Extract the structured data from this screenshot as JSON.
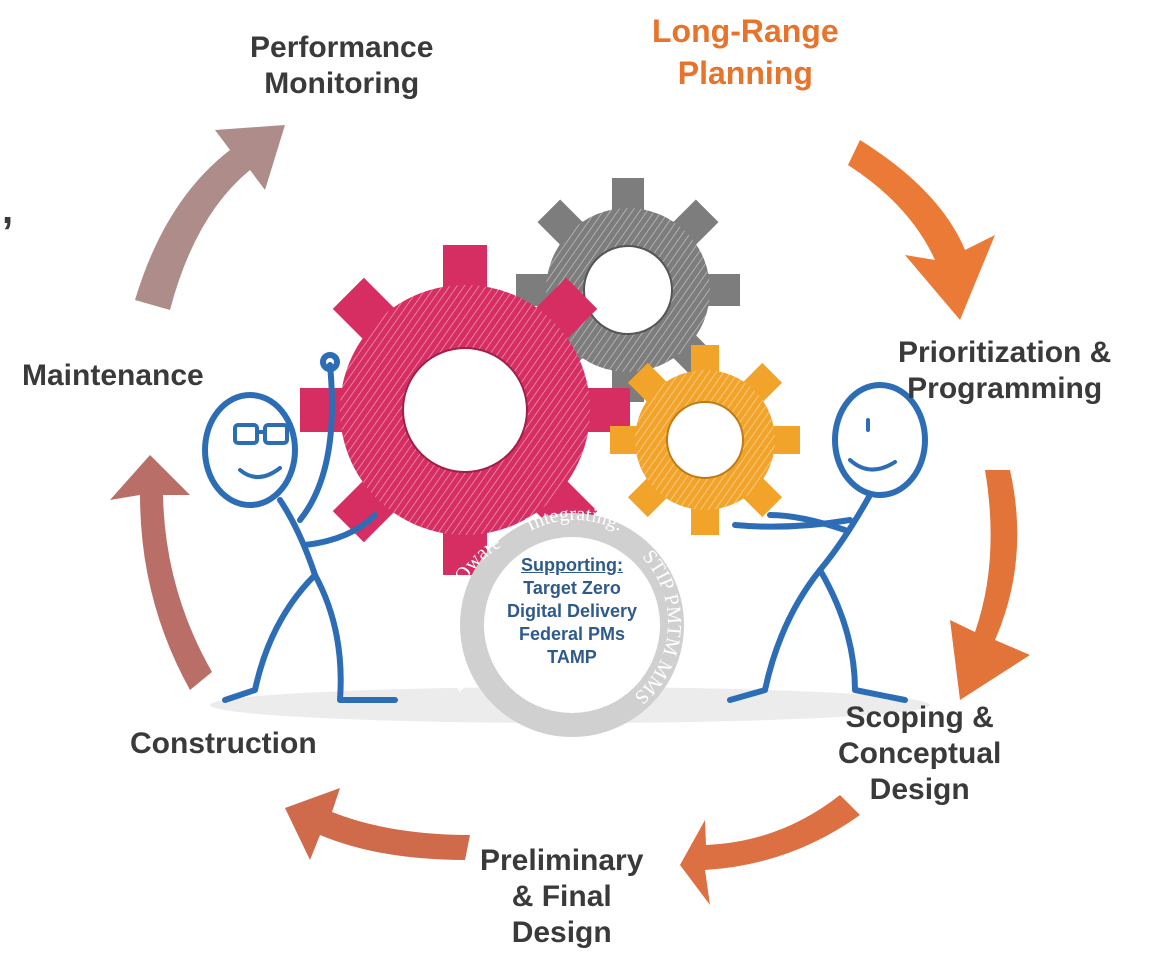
{
  "stages": {
    "performance_monitoring": [
      "Performance",
      "Monitoring"
    ],
    "long_range_planning": [
      "Long-Range",
      "Planning"
    ],
    "prioritization_programming": [
      "Prioritization &",
      "Programming"
    ],
    "scoping_conceptual": [
      "Scoping &",
      "Conceptual",
      "Design"
    ],
    "preliminary_final": [
      "Preliminary",
      "& Final",
      "Design"
    ],
    "construction": [
      "Construction"
    ],
    "maintenance": [
      "Maintenance"
    ]
  },
  "hub": {
    "ring_text": "Integrating:",
    "ring_right": "STIP PMTM MMS",
    "ring_left": "BrM AASHTOware",
    "supporting_header": "Supporting:",
    "supporting_items": [
      "Target Zero",
      "Digital Delivery",
      "Federal PMs",
      "TAMP"
    ]
  },
  "stray_mark": ",",
  "colors": {
    "highlight": "#e8732b",
    "label": "#3a3a3a",
    "hub_text": "#2f5a8c",
    "gear_red": "#d62e63",
    "gear_gray": "#7d7d7d",
    "gear_orange": "#f2a42a",
    "figure_blue": "#2d6db5",
    "ring_gray": "#bdbdbd"
  }
}
